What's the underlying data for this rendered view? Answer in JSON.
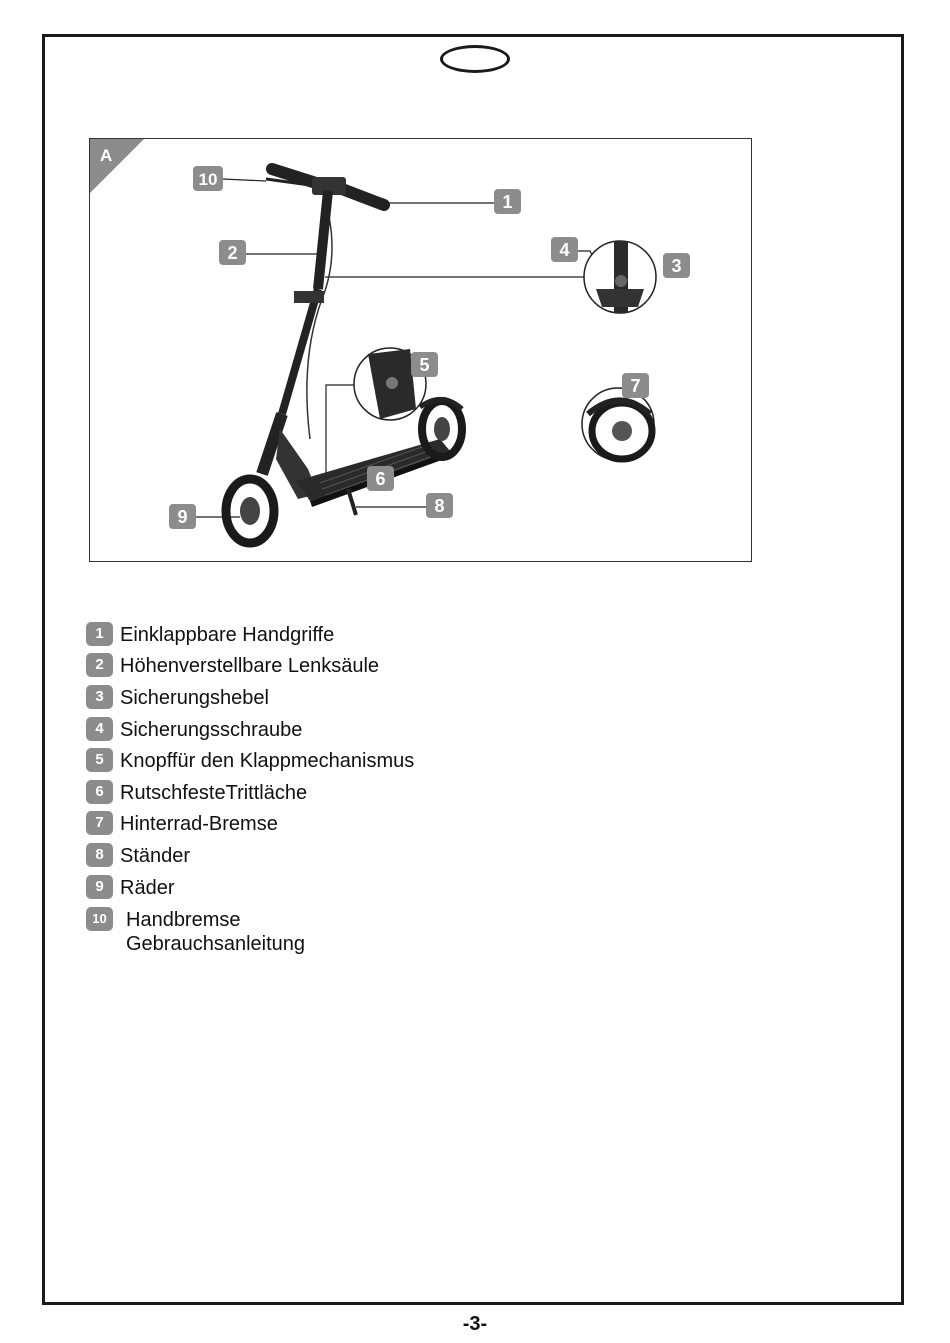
{
  "figure": {
    "corner_label": "A",
    "callouts": [
      "1",
      "2",
      "3",
      "4",
      "5",
      "6",
      "7",
      "8",
      "9",
      "10"
    ]
  },
  "legend": {
    "items": [
      {
        "num": "1",
        "text": "Einklappbare Handgriffe"
      },
      {
        "num": "2",
        "text": "Höhenverstellbare Lenksäule"
      },
      {
        "num": "3",
        "text": "Sicherungshebel"
      },
      {
        "num": "4",
        "text": "Sicherungsschraube"
      },
      {
        "num": "5",
        "text": "Knopffür den Klappmechanismus"
      },
      {
        "num": "6",
        "text": "RutschfesteTrittläche"
      },
      {
        "num": "7",
        "text": "Hinterrad-Bremse"
      },
      {
        "num": "8",
        "text": "Ständer"
      },
      {
        "num": "9",
        "text": "Räder"
      },
      {
        "num": "10",
        "text": "Handbremse",
        "subtext": "Gebrauchsanleitung"
      }
    ]
  },
  "page_number": "-3-",
  "colors": {
    "badge": "#8c8c8c",
    "frame": "#1a1a1a",
    "scooter": "#2a2a2a"
  }
}
